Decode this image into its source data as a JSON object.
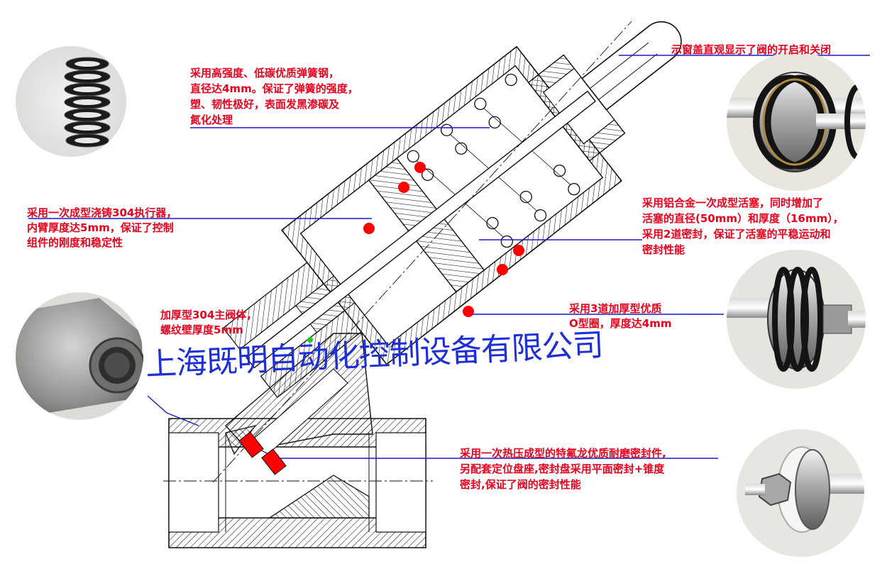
{
  "colors": {
    "label_text": "#e8001c",
    "leader_line": "#1a1acc",
    "brand_text": "#1f2fd8",
    "seal_marker": "#ff0000",
    "drawing_stroke": "#111111"
  },
  "callouts": {
    "window_cover": [
      "示窗盖直观显示了阀的开启和关闭"
    ],
    "spring": [
      "采用高强度、低碳优质弹簧钢，",
      "直径达4mm。保证了弹簧的强度，",
      "塑、韧性极好，表面发黑渗碳及",
      "氮化处理"
    ],
    "actuator": [
      "采用一次成型浇铸304执行器，",
      "内臂厚度达5mm，保证了控制",
      "组件的刚度和稳定性"
    ],
    "piston": [
      "采用铝合金一次成型活塞，同时增加了",
      "活塞的直径(50mm）和厚度（16mm），",
      "采用2道密封，保证了活塞的平稳运动和",
      "密封性能"
    ],
    "valve_body": [
      "加厚型304主阀体，",
      "螺纹壁厚度5mm"
    ],
    "o_ring": [
      "采用3道加厚型优质",
      "O型圈，厚度达4mm"
    ],
    "seal": [
      "采用一次热压成型的特氟龙优质耐磨密封件,",
      "另配套定位盘座,密封盘采用平面密封+锥度",
      "密封,保证了阀的密封性能"
    ]
  },
  "brand": "上海既明自动化控制设备有限公司",
  "photos": [
    "spring-photo",
    "piston-seal-photo",
    "o-ring-photo",
    "valve-body-photo",
    "ptfe-seal-photo"
  ]
}
